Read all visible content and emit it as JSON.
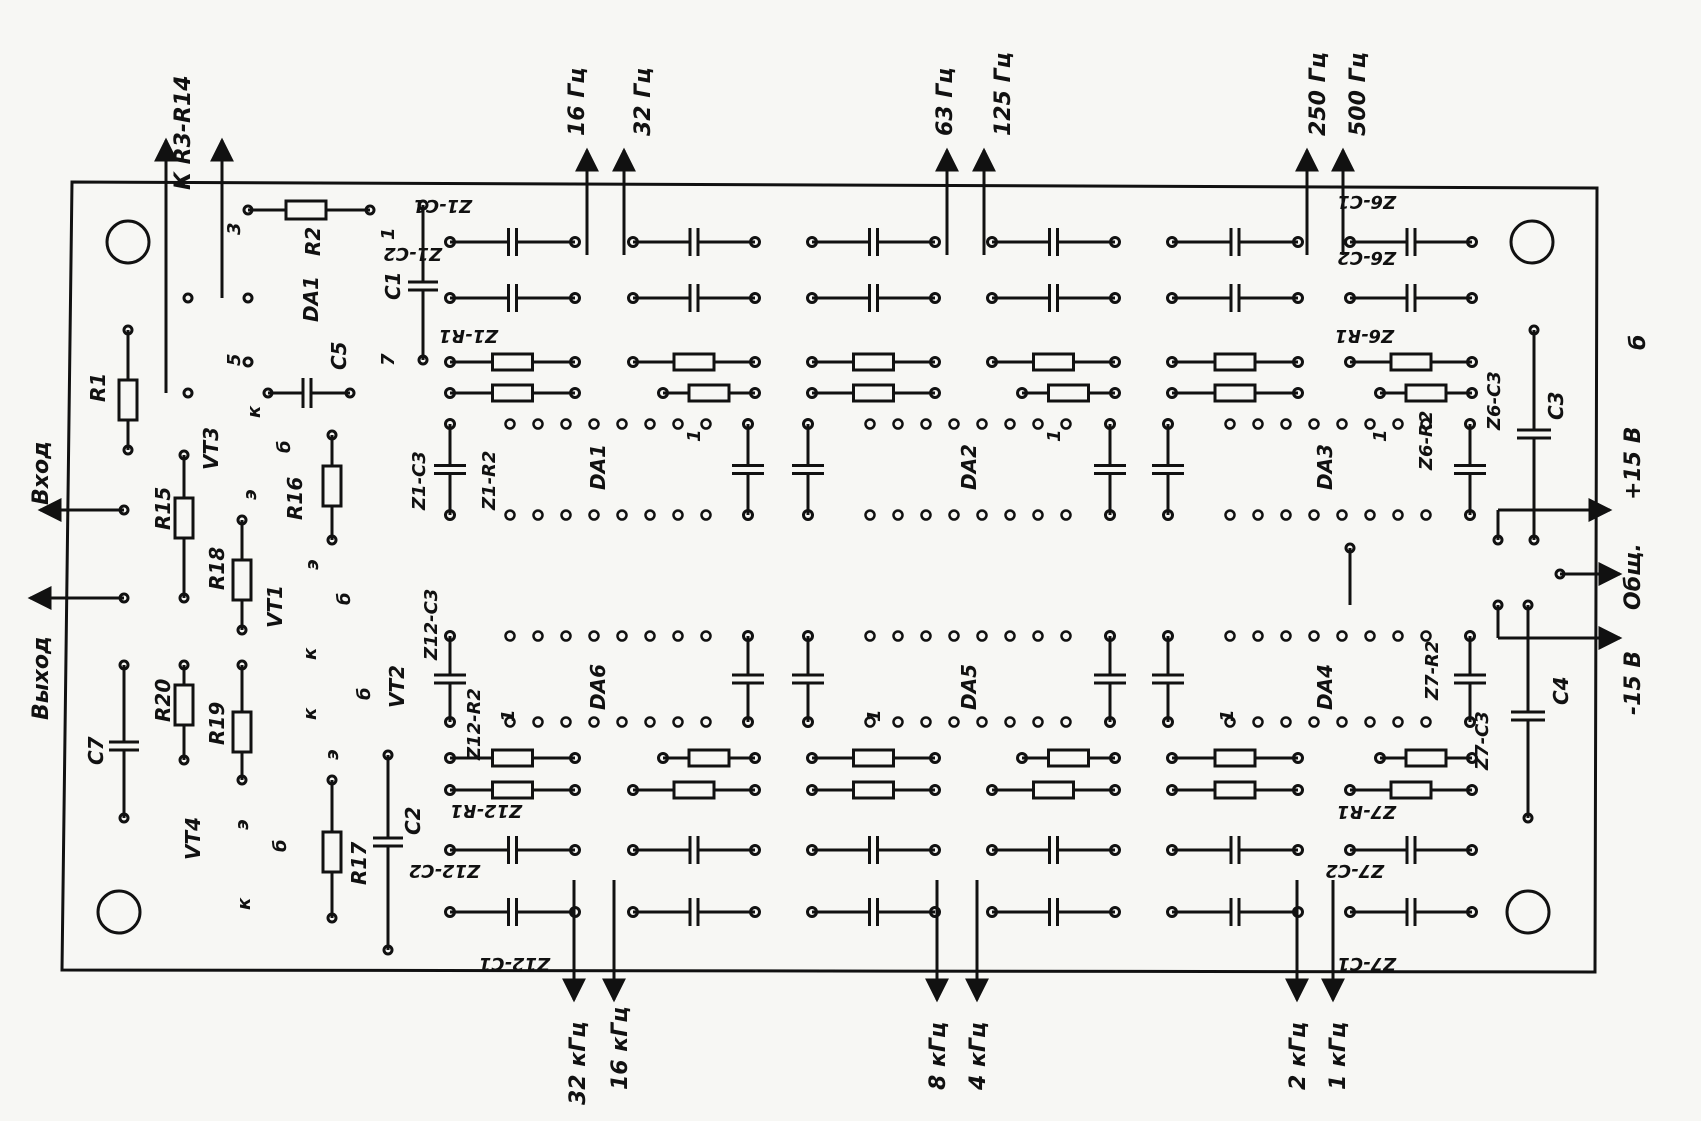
{
  "labels": {
    "k_r3_r14": "К R3-R14",
    "f16hz": "16 Гц",
    "f32hz": "32 Гц",
    "f63hz": "63 Гц",
    "f125hz": "125 Гц",
    "f250hz": "250 Гц",
    "f500hz": "500 Гц",
    "f32khz": "32 кГц",
    "f16khz": "16 кГц",
    "f8khz": "8 кГц",
    "f4khz": "4 кГц",
    "f2khz": "2 кГц",
    "f1khz": "1 кГц",
    "input": "Вход",
    "output": "Выход",
    "plus15v": "+15 В",
    "minus15v": "-15 В",
    "common": "Общ.",
    "b_mark": "б",
    "z1_c1": "Z1-C1",
    "z1_c2": "Z1-C2",
    "z1_r1": "Z1-R1",
    "z1_c3": "Z1-C3",
    "z1_r2": "Z1-R2",
    "z6_c1": "Z6-C1",
    "z6_c2": "Z6-C2",
    "z6_r1": "Z6-R1",
    "z6_r2": "Z6-R2",
    "z6_c3": "Z6-C3",
    "z7_c1": "Z7-C1",
    "z7_c2": "Z7-C2",
    "z7_r1": "Z7-R1",
    "z7_r2": "Z7-R2",
    "z7_c3": "Z7-C3",
    "z12_c1": "Z12-C1",
    "z12_c2": "Z12-C2",
    "z12_r1": "Z12-R1",
    "z12_r2": "Z12-R2",
    "z12_c3": "Z12-C3",
    "da1": "DA1",
    "da1_top": "DA1",
    "da2": "DA2",
    "da3": "DA3",
    "da4": "DA4",
    "da5": "DA5",
    "da6": "DA6",
    "r1": "R1",
    "r2": "R2",
    "r15": "R15",
    "r16": "R16",
    "r17": "R17",
    "r18": "R18",
    "r19": "R19",
    "r20": "R20",
    "c1": "C1",
    "c2": "C2",
    "c3": "C3",
    "c4": "C4",
    "c5": "C5",
    "c7": "C7",
    "vt1": "VT1",
    "vt2": "VT2",
    "vt3": "VT3",
    "vt4": "VT4",
    "pin1": "1",
    "pin3": "3",
    "pin5": "5",
    "pin7": "7",
    "pin_k": "к",
    "pin_b": "б",
    "pin_e": "э"
  }
}
